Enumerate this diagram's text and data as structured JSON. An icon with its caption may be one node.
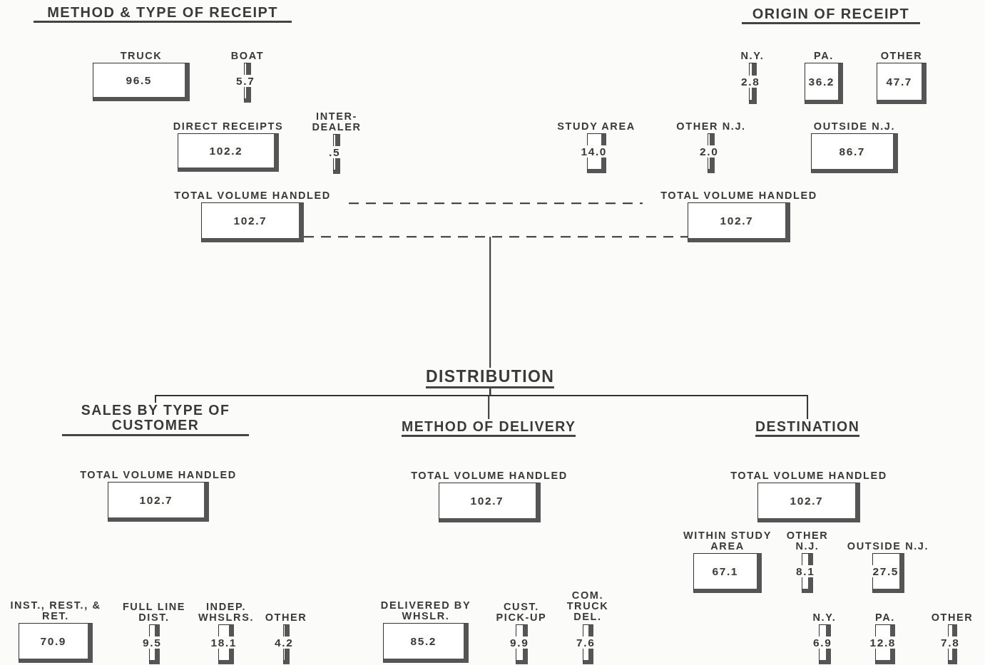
{
  "diagram": {
    "nodes": [
      {
        "text": [
          "TRUCK",
          "96.5"
        ]
      },
      {
        "text": [
          "BOAT",
          "5.7"
        ]
      },
      {
        "text": [
          "DIRECT RECEIPTS",
          "102.2"
        ]
      },
      {
        "text": [
          "INTER- DEALER",
          ".5"
        ]
      },
      {
        "text": [
          "TOTAL VOLUME HANDLED",
          "102.7"
        ]
      },
      {
        "text": [
          "N.Y.",
          "2.8"
        ]
      },
      {
        "text": [
          "PA.",
          "36.2"
        ]
      },
      {
        "text": [
          "OTHER",
          "47.7"
        ]
      },
      {
        "text": [
          "STUDY AREA",
          "14.0"
        ]
      },
      {
        "text": [
          "OTHER N.J.",
          "2.0"
        ]
      },
      {
        "text": [
          "OUTSIDE N.J.",
          "86.7"
        ]
      },
      {
        "text": [
          "TOTAL VOLUME HANDLED",
          "102.7"
        ]
      },
      {
        "text": [
          "DISTRIBUTION"
        ]
      },
      {
        "text": [
          "SALES BY TYPE OF CUSTOMER"
        ]
      },
      {
        "text": [
          "METHOD OF DELIVERY"
        ]
      },
      {
        "text": [
          "DESTINATION"
        ]
      },
      {
        "text": [
          "TOTAL VOLUME HANDLED",
          "102.7"
        ]
      },
      {
        "text": [
          "TOTAL VOLUME HANDLED",
          "102.7"
        ]
      },
      {
        "text": [
          "TOTAL VOLUME HANDLED",
          "102.7"
        ]
      },
      {
        "text": [
          "INST., REST., & RET.",
          "70.9"
        ]
      },
      {
        "text": [
          "FULL LINE DIST.",
          "9.5"
        ]
      },
      {
        "text": [
          "INDEP. WHSLRS.",
          "18.1"
        ]
      },
      {
        "text": [
          "OTHER",
          "4.2"
        ]
      },
      {
        "text": [
          "DELIVERED BY WHSLR.",
          "85.2"
        ]
      },
      {
        "text": [
          "CUST. PICK-UP",
          "9.9"
        ]
      },
      {
        "text": [
          "COM. TRUCK DEL.",
          "7.6"
        ]
      },
      {
        "text": [
          "WITHIN STUDY AREA",
          "67.1"
        ]
      },
      {
        "text": [
          "OTHER N.J.",
          "8.1"
        ]
      },
      {
        "text": [
          "OUTSIDE N.J.",
          "27.5"
        ]
      },
      {
        "text": [
          "N.Y.",
          "6.9"
        ]
      },
      {
        "text": [
          "PA.",
          "12.8"
        ]
      },
      {
        "text": [
          "OTHER",
          "7.8"
        ]
      }
    ],
    "edges": [
      {
        "from": 4,
        "to": 11,
        "arrow": "none",
        "style": "dashed"
      },
      {
        "from": 4,
        "to": 11,
        "arrow": "none",
        "style": "dashed"
      },
      {
        "from": null,
        "to": 12,
        "arrow": "none"
      },
      {
        "from": 12,
        "to": 13,
        "arrow": "none"
      },
      {
        "from": 12,
        "to": 14,
        "arrow": "none"
      },
      {
        "from": 12,
        "to": 15,
        "arrow": "none"
      }
    ],
    "labels": [
      "METHOD & TYPE OF RECEIPT",
      "ORIGIN OF RECEIPT"
    ]
  }
}
